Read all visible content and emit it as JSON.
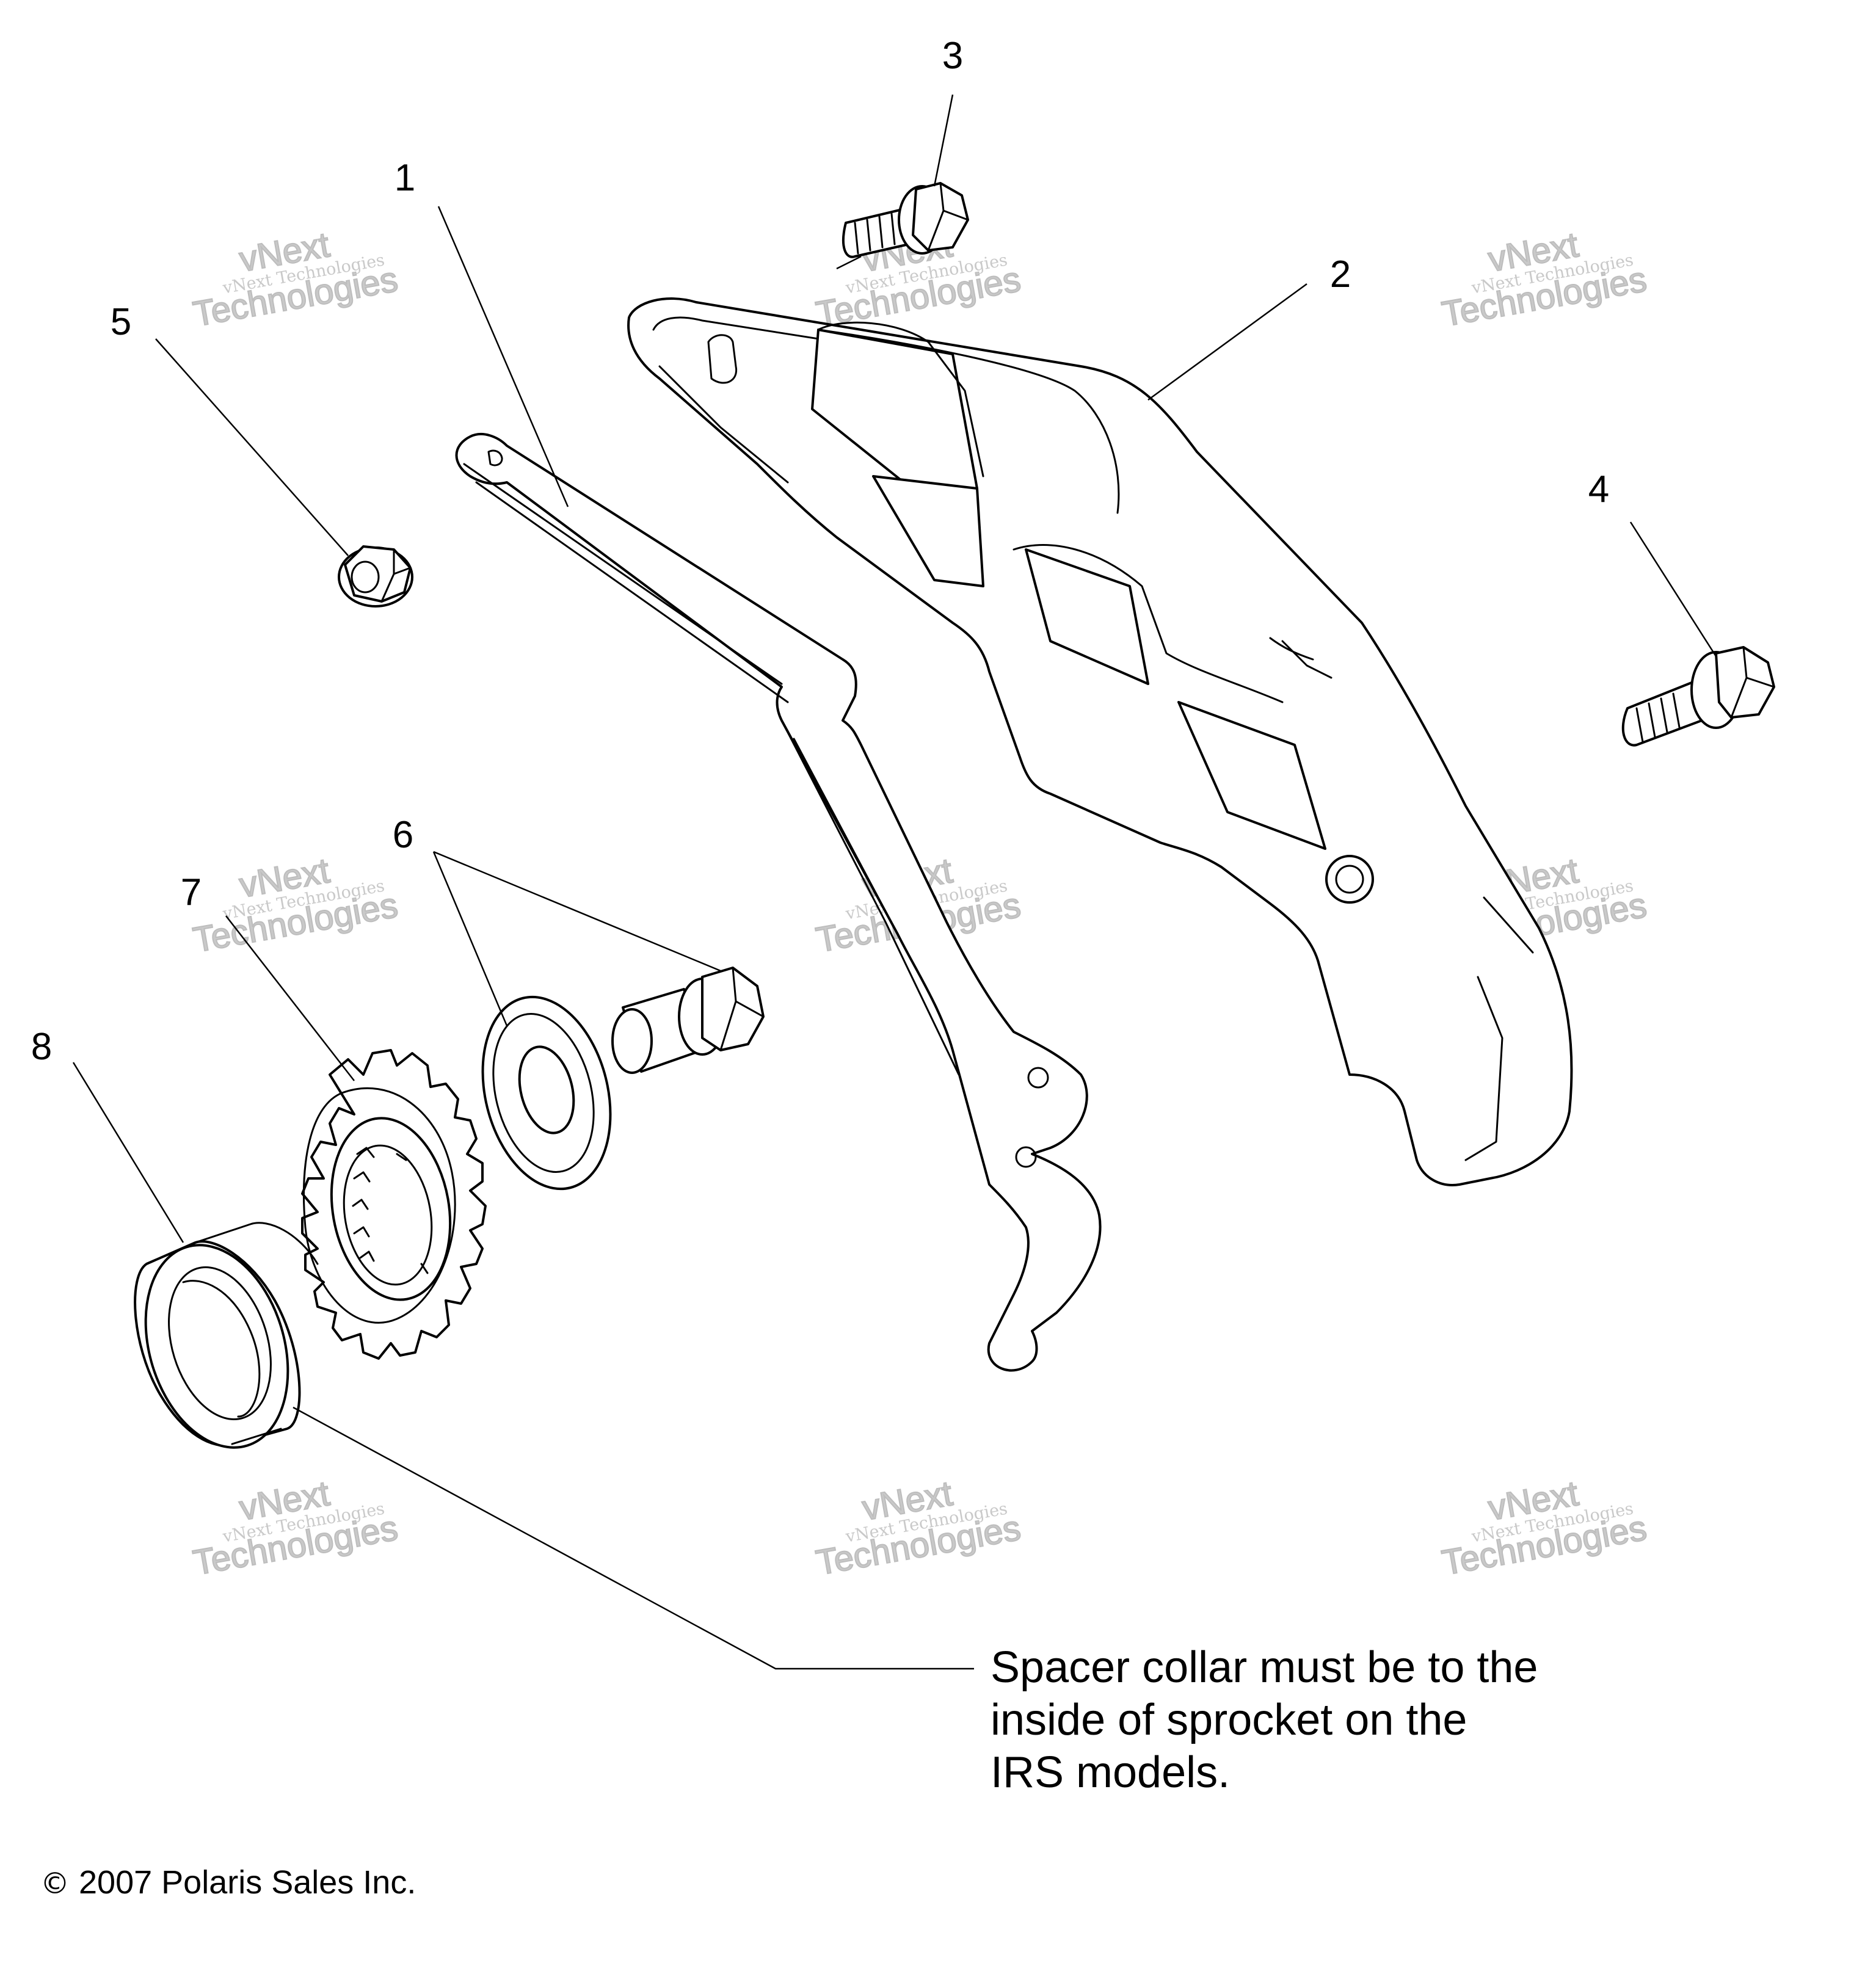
{
  "callouts": [
    {
      "number": "1",
      "part": "chain-guide-bracket"
    },
    {
      "number": "2",
      "part": "chain-guard"
    },
    {
      "number": "3",
      "part": "flange-bolt-short"
    },
    {
      "number": "4",
      "part": "flange-bolt"
    },
    {
      "number": "5",
      "part": "flange-nut"
    },
    {
      "number": "6",
      "part": "sprocket-bolt-and-washer"
    },
    {
      "number": "7",
      "part": "sprocket"
    },
    {
      "number": "8",
      "part": "spacer-collar"
    }
  ],
  "note": {
    "line1": "Spacer collar must be to the",
    "line2": "inside of sprocket on the",
    "line3": "IRS models."
  },
  "copyright": {
    "symbol": "©",
    "text": "2007 Polaris Sales Inc."
  },
  "watermark": {
    "small": "vNext Technologies",
    "big_line1": "vNext",
    "big_line2": "Technologies"
  },
  "colors": {
    "line": "#000000",
    "background": "#ffffff",
    "watermark": "#bdbdbd"
  }
}
